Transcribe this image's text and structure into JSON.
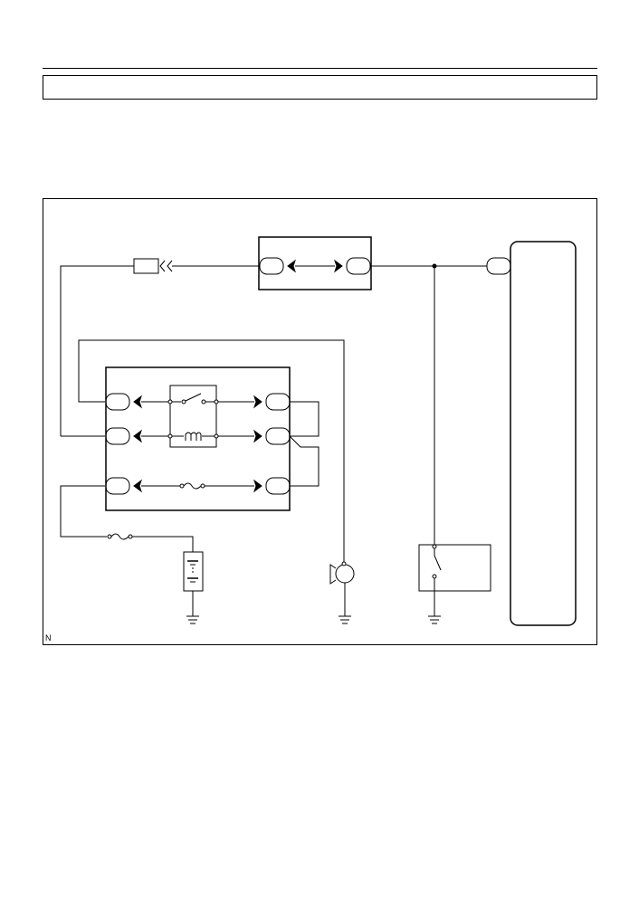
{
  "page": {
    "title": "",
    "figure_id": "N"
  },
  "diagram": {
    "components": [
      {
        "name": "connector-plug"
      },
      {
        "name": "junction-connector-box"
      },
      {
        "name": "relay-fuse-block"
      },
      {
        "name": "relay-switch"
      },
      {
        "name": "relay-coil"
      },
      {
        "name": "internal-fuse"
      },
      {
        "name": "inline-fuse"
      },
      {
        "name": "battery"
      },
      {
        "name": "horn"
      },
      {
        "name": "horn-switch"
      },
      {
        "name": "ecu-module"
      },
      {
        "name": "ground"
      }
    ]
  }
}
